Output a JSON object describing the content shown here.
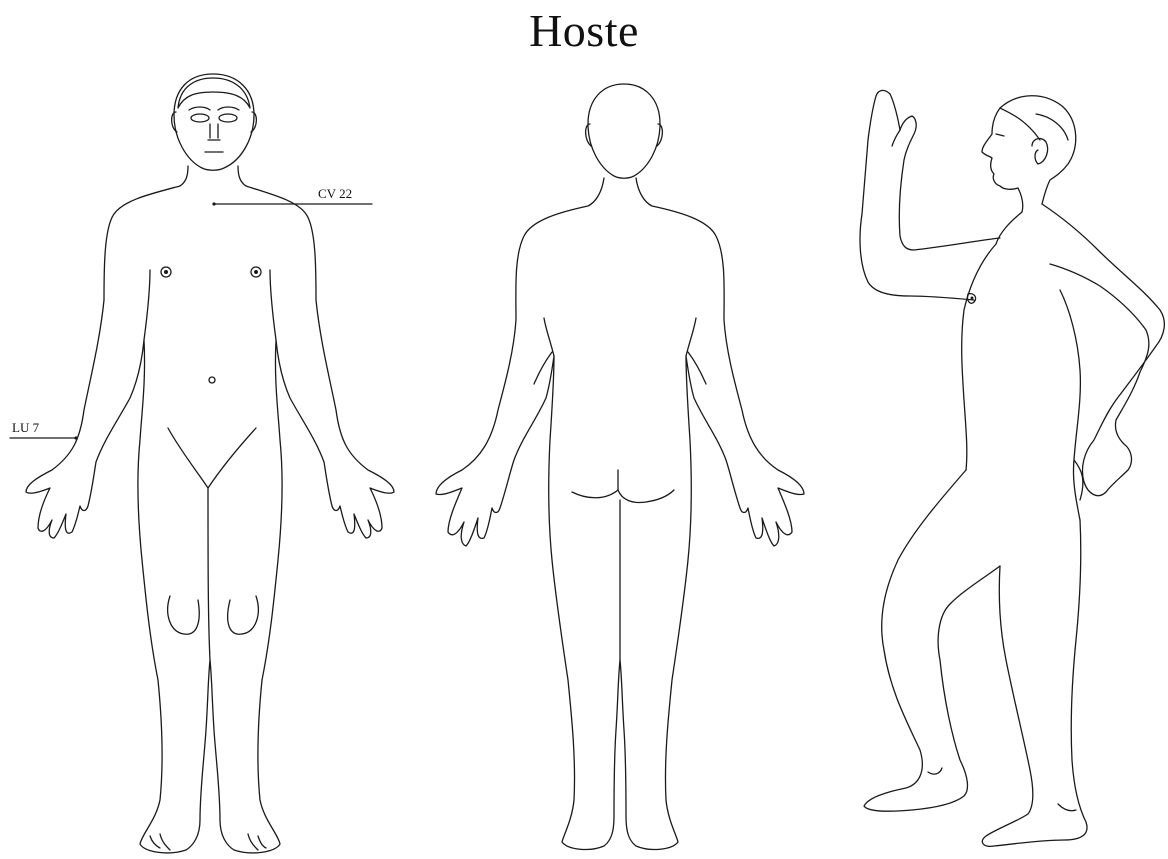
{
  "title": "Hoste",
  "figures": [
    {
      "view": "front"
    },
    {
      "view": "back"
    },
    {
      "view": "side"
    }
  ],
  "points": [
    {
      "label": "CV 22"
    },
    {
      "label": "LU 7"
    }
  ]
}
